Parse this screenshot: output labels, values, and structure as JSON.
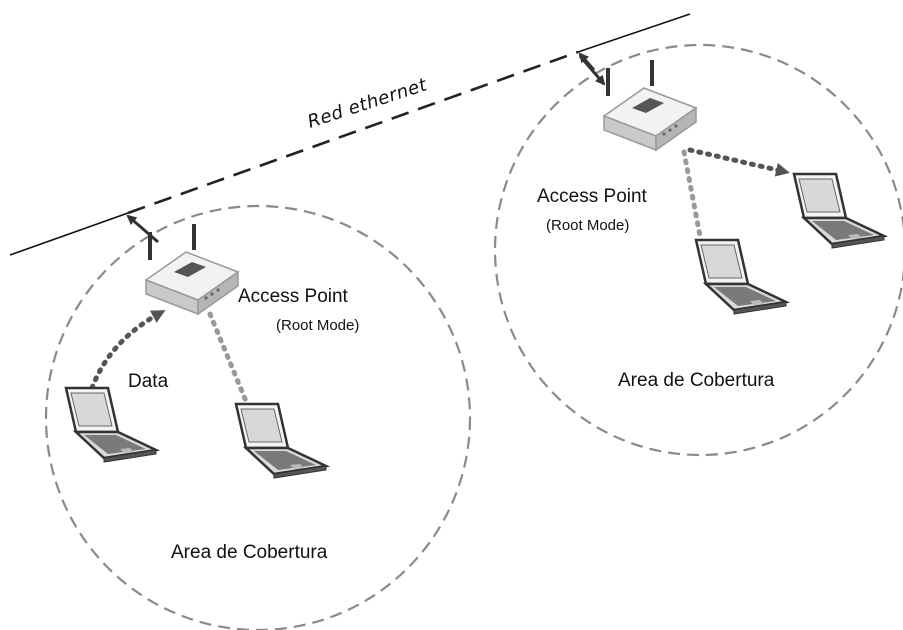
{
  "network": {
    "label": "Red ethernet"
  },
  "cells": [
    {
      "ap_title": "Access Point",
      "ap_mode": "(Root Mode)",
      "coverage_label": "Area de Cobertura",
      "data_label": "Data"
    },
    {
      "ap_title": "Access Point",
      "ap_mode": "(Root Mode)",
      "coverage_label": "Area de Cobertura"
    }
  ],
  "colors": {
    "line": "#111111",
    "dashed_circle": "#8a8a8a",
    "dotted_link": "#8f8f8f",
    "dotted_data": "#555555",
    "device_body": "#e6e6e6",
    "laptop_screen": "#dcdcdc"
  }
}
